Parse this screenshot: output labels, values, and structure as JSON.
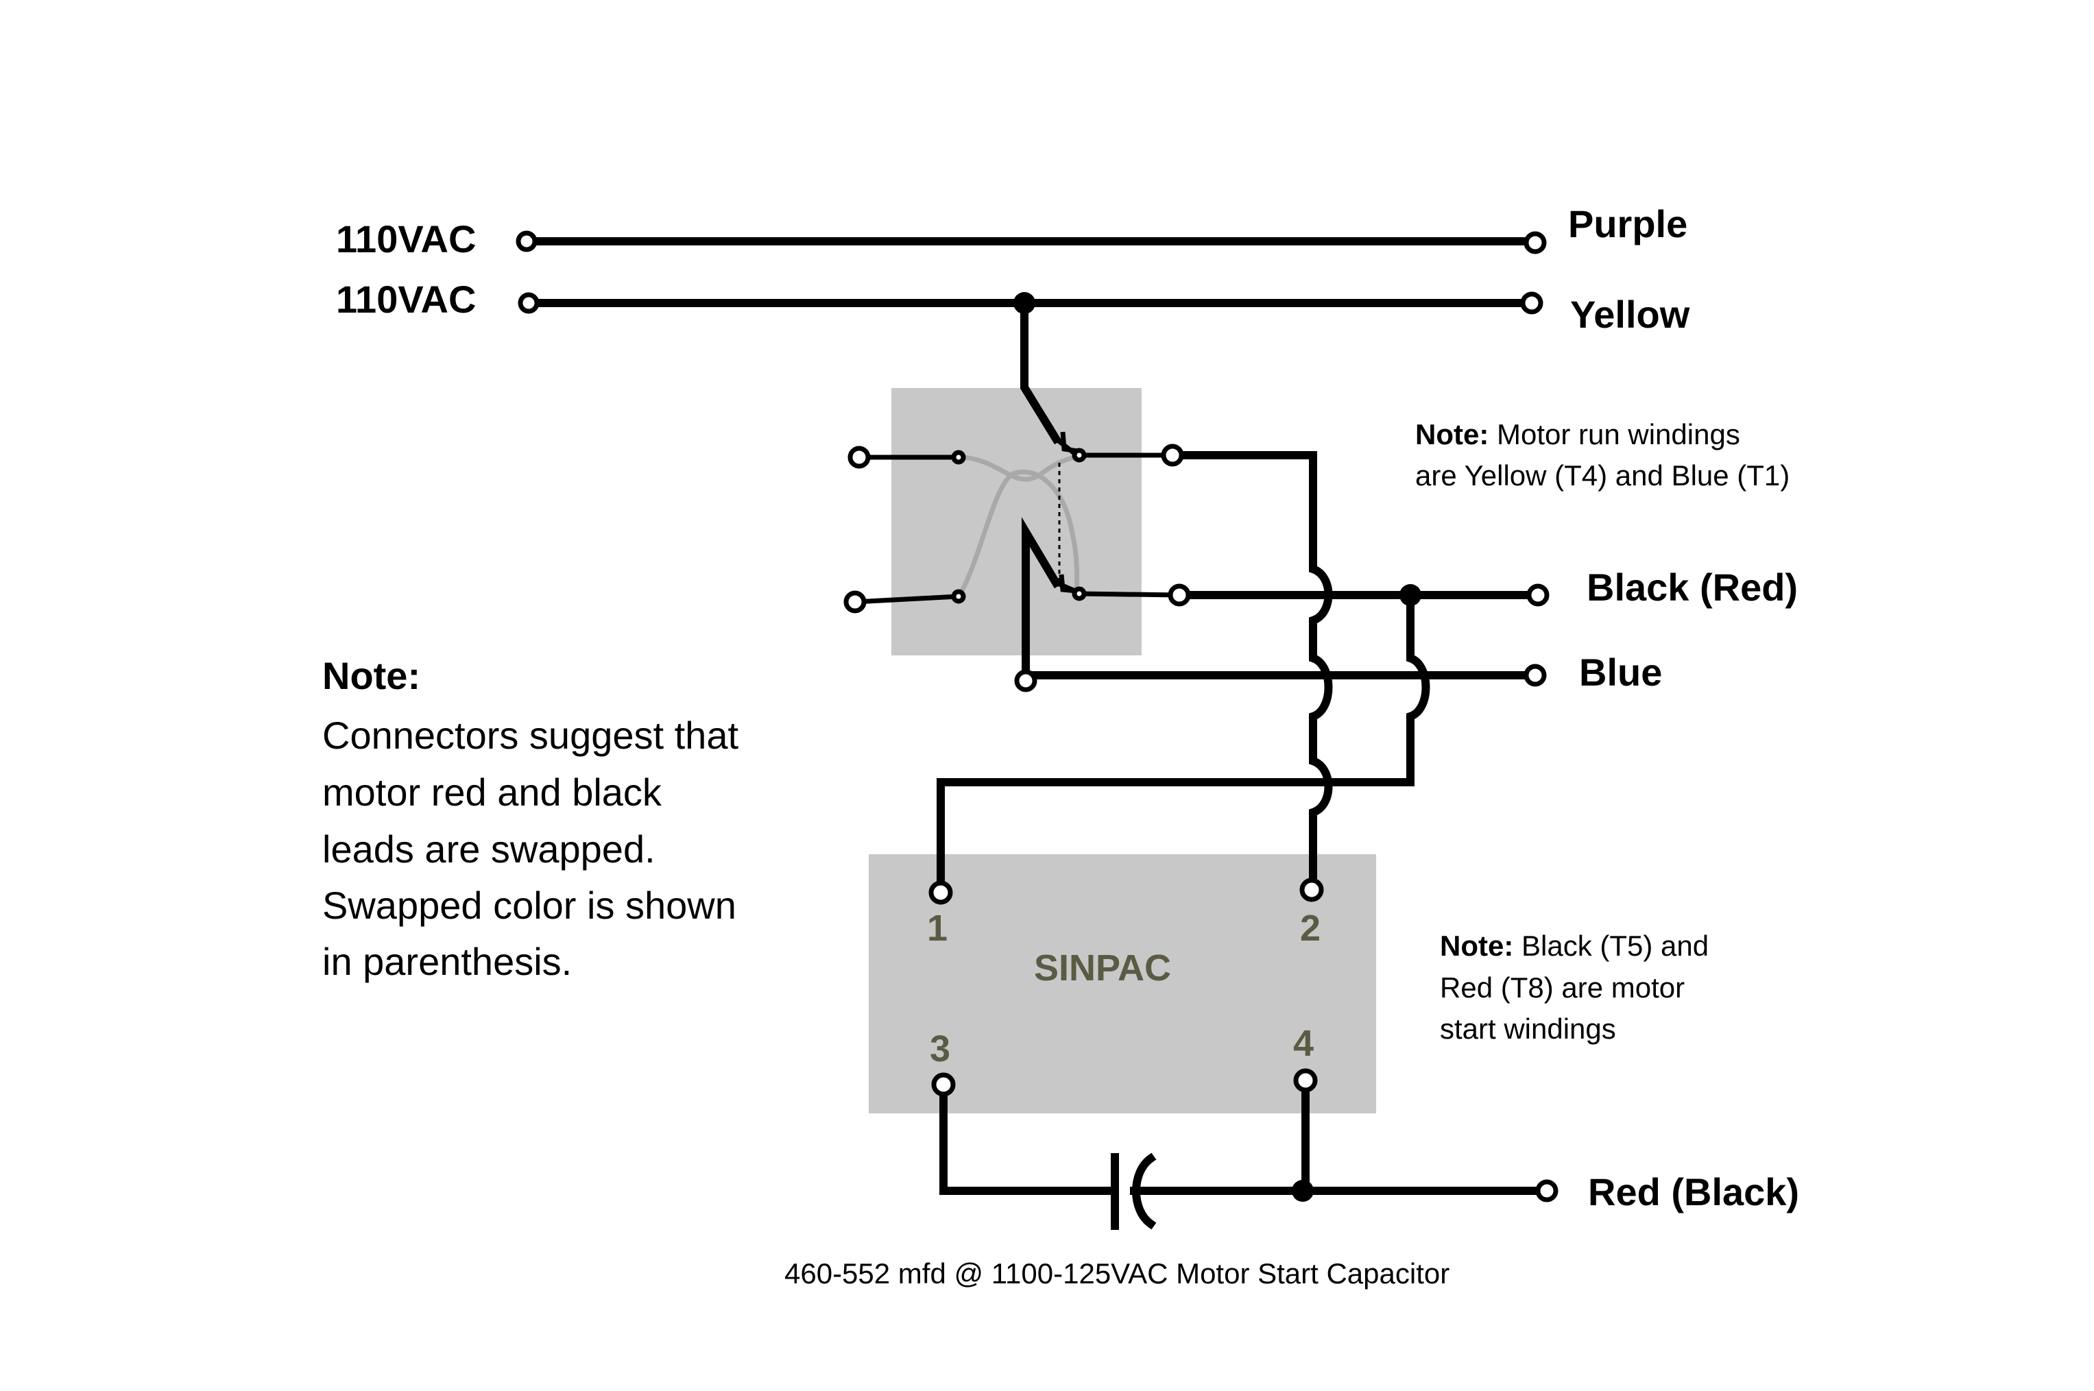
{
  "inputs": {
    "line1_label": "110VAC",
    "line2_label": "110VAC"
  },
  "outputs": {
    "purple": "Purple",
    "yellow": "Yellow",
    "black_red": "Black (Red)",
    "blue": "Blue",
    "red_black": "Red (Black)"
  },
  "note_run": {
    "heading": "Note:",
    "line1": " Motor run windings",
    "line2": "are Yellow (T4) and Blue (T1)"
  },
  "note_start": {
    "heading": "Note:",
    "line1": " Black (T5) and",
    "line2": "Red (T8) are motor",
    "line3": "start windings"
  },
  "note_main": {
    "heading": "Note:",
    "lines": [
      "Connectors suggest that",
      "motor red and black",
      "leads are swapped.",
      "Swapped color is shown",
      "in parenthesis."
    ]
  },
  "sinpac": {
    "label": "SINPAC",
    "pins": [
      "1",
      "2",
      "3",
      "4"
    ]
  },
  "capacitor_caption": "460-552 mfd @ 1100-125VAC Motor Start Capacitor",
  "colors": {
    "wire": "#000000",
    "box_fill": "#c8c8c8",
    "box_label": "#5b5b45",
    "switch_internal": "#a9a9a9"
  }
}
